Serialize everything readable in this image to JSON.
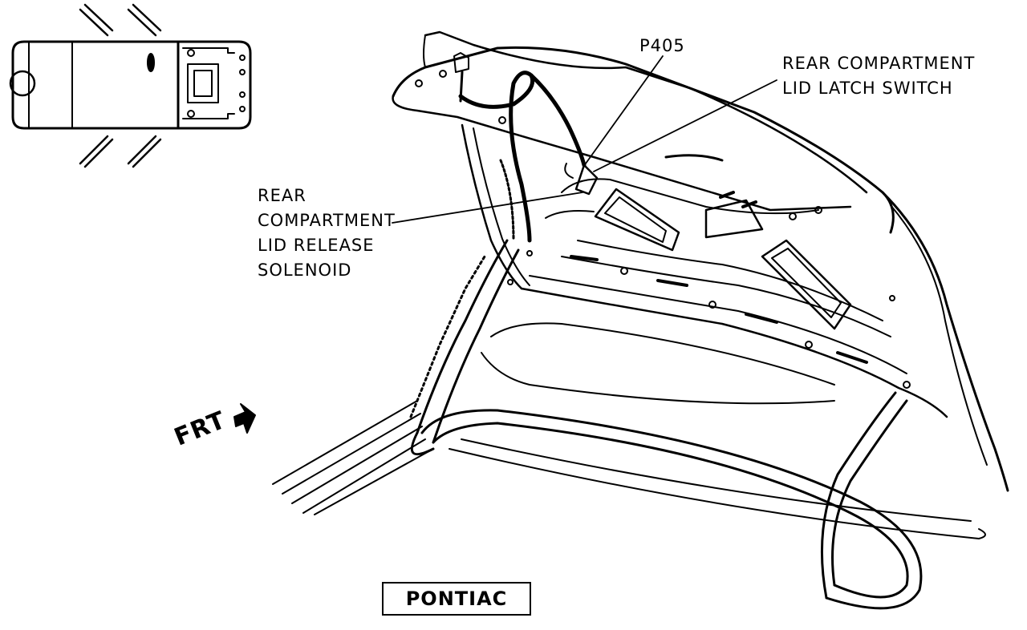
{
  "callouts": {
    "p405": "P405",
    "latch_switch": [
      "REAR COMPARTMENT",
      "LID LATCH SWITCH"
    ],
    "release_solenoid": [
      "REAR",
      "COMPARTMENT",
      "LID RELEASE",
      "SOLENOID"
    ]
  },
  "direction_label": "FRT",
  "brand_label": "PONTIAC"
}
